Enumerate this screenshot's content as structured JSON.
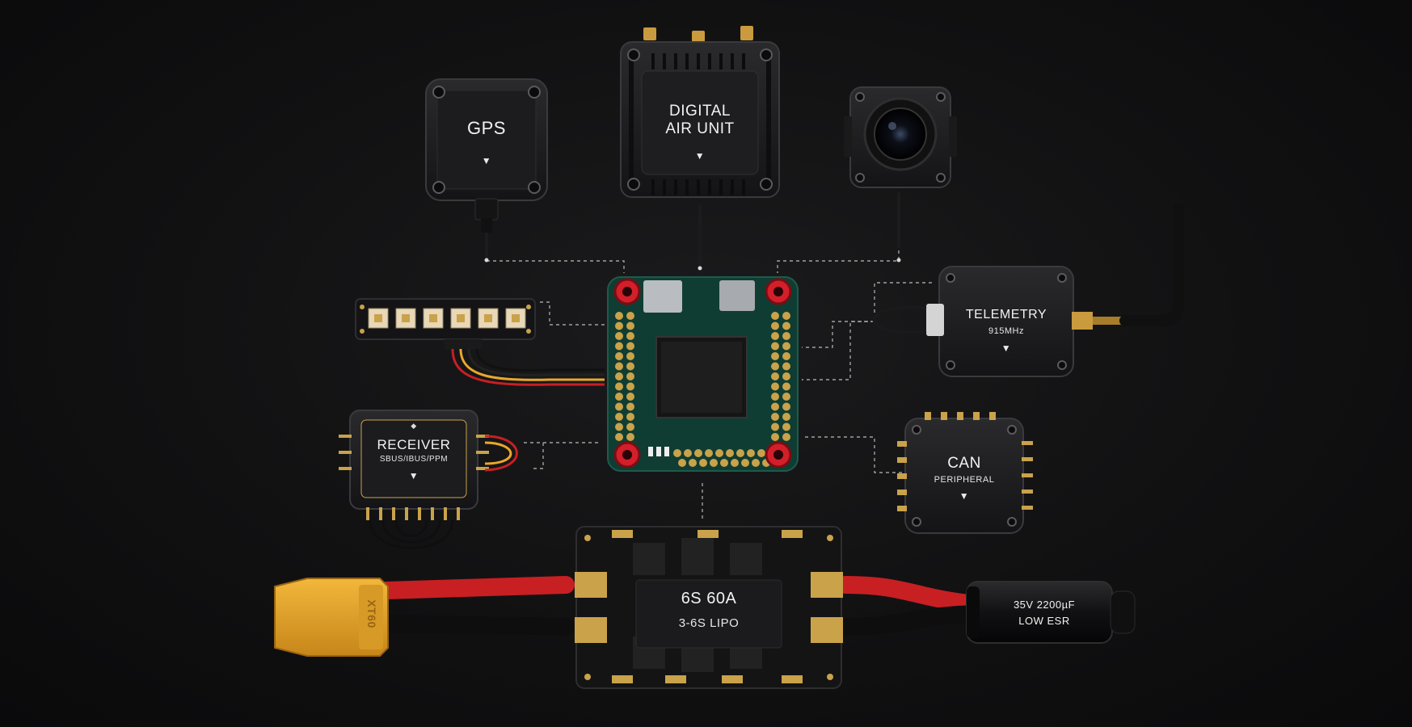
{
  "colors": {
    "background": "#111112",
    "module_body": "#1a1a1c",
    "pcb_green": "#0f3d33",
    "gold": "#c9a24a",
    "red_mount": "#d21f2a",
    "xt60_yellow": "#e9a82b",
    "wire_red": "#c81f23",
    "dashed_line": "#9a9a9a"
  },
  "modules": {
    "gps": {
      "title": "GPS",
      "marker": "▼"
    },
    "air_unit": {
      "title_line1": "DIGITAL",
      "title_line2": "AIR UNIT",
      "marker": "▼"
    },
    "camera": {
      "icon": "camera-lens-icon"
    },
    "led_strip": {
      "led_count": 6
    },
    "telemetry": {
      "title": "TELEMETRY",
      "subtitle": "915MHz",
      "marker": "▼"
    },
    "receiver": {
      "title": "RECEIVER",
      "subtitle": "SBUS/IBUS/PPM",
      "marker": "▼",
      "top_marker": "◆"
    },
    "can": {
      "title": "CAN",
      "subtitle": "PERIPHERAL",
      "marker": "▼"
    },
    "esc": {
      "title": "6S 60A",
      "subtitle": "3-6S LIPO"
    },
    "capacitor": {
      "line1": "35V 2200µF",
      "line2": "LOW ESR"
    },
    "xt60": {
      "embossed": "XT60"
    }
  }
}
